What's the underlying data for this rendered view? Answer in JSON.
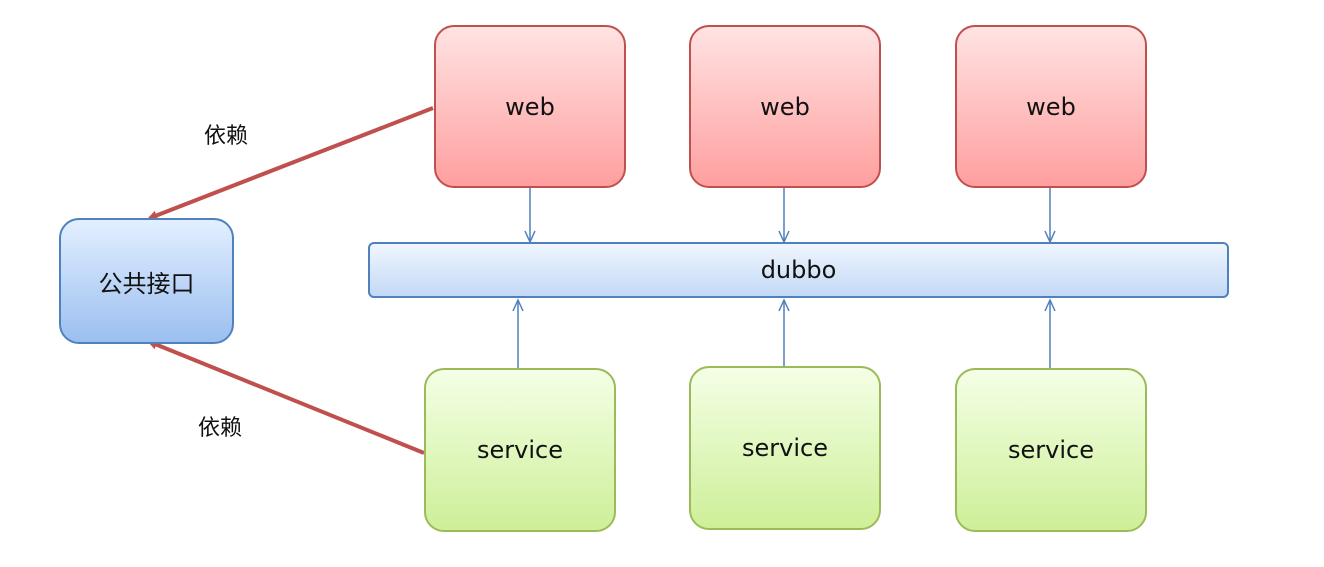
{
  "web_nodes": [
    {
      "label": "web"
    },
    {
      "label": "web"
    },
    {
      "label": "web"
    }
  ],
  "service_nodes": [
    {
      "label": "service"
    },
    {
      "label": "service"
    },
    {
      "label": "service"
    }
  ],
  "bus": {
    "label": "dubbo"
  },
  "common_interface": {
    "label": "公共接口"
  },
  "dependency_labels": [
    "依赖",
    "依赖"
  ],
  "colors": {
    "web_border": "#c0504d",
    "service_border": "#9bbb59",
    "interface_border": "#4f81bd",
    "dependency_arrow": "#c0504d",
    "flow_arrow": "#4f81bd"
  }
}
